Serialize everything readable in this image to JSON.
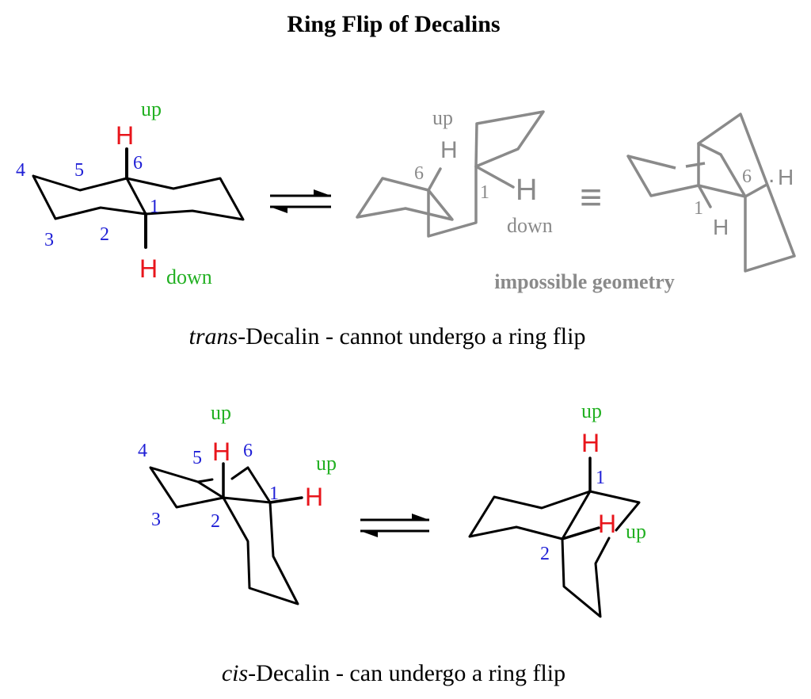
{
  "title": "Ring Flip of Decalins",
  "colors": {
    "black": "#000000",
    "gray": "#8a8a8a",
    "blue": "#1f1fd6",
    "red": "#e8151b",
    "green": "#22b022"
  },
  "trans": {
    "caption_italic": "trans",
    "caption_rest": "-Decalin - cannot undergo a ring flip",
    "left": {
      "up": "up",
      "down": "down",
      "h_top": "H",
      "h_bottom": "H",
      "num_1": "1",
      "num_2": "2",
      "num_3": "3",
      "num_4": "4",
      "num_5": "5",
      "num_6": "6"
    },
    "middle": {
      "up": "up",
      "down": "down",
      "h_upper": "H",
      "h_big": "H",
      "num_6": "6",
      "num_1": "1"
    },
    "equiv_symbol": "≡",
    "right": {
      "h_top": "H",
      "h_dot": ".",
      "h_bottom": "H",
      "num_6": "6",
      "num_1": "1"
    },
    "note": "impossible geometry"
  },
  "cis": {
    "caption_italic": "cis",
    "caption_rest": "-Decalin - can undergo a ring flip",
    "left": {
      "up_top": "up",
      "up_right": "up",
      "h_top": "H",
      "h_right": "H",
      "num_1": "1",
      "num_2": "2",
      "num_3": "3",
      "num_4": "4",
      "num_5": "5",
      "num_6": "6"
    },
    "right": {
      "up_top": "up",
      "up_right": "up",
      "h_top": "H",
      "h_mid": "H",
      "num_1": "1",
      "num_2": "2"
    }
  }
}
